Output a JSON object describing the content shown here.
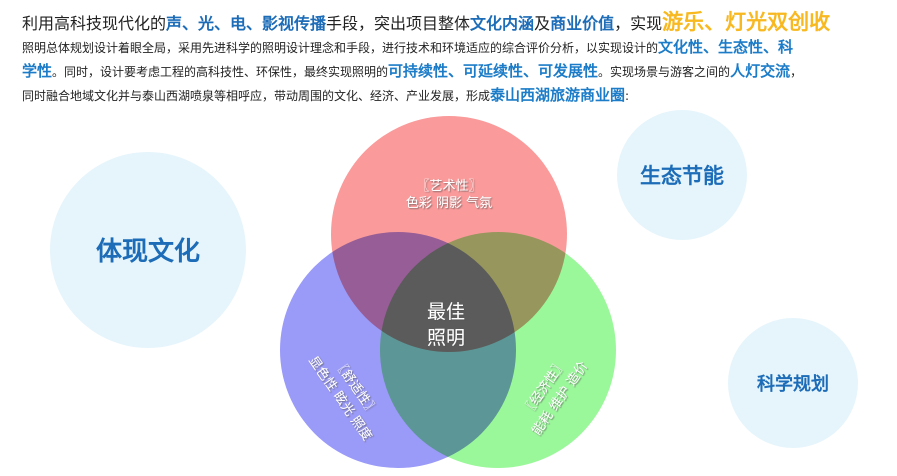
{
  "intro": {
    "line1": [
      "利用高科技现代化的",
      "声、光、电、影视传播",
      "手段，突出项目整体",
      "文化内涵",
      "及",
      "商业价值",
      "，实现",
      "游乐、灯光双创收"
    ],
    "line2": [
      "照明总体规划设计着眼全局，采用先进科学的照明设计理念和手段，进行技术和环境适应的综合评价分析，以实现设计的",
      "文化性、生态性、科"
    ],
    "line3": [
      "学性",
      "。同时，设计要考虑工程的高科技性、环保性，最终实现照明的",
      "可持续性、可延续性、可发展性",
      "。实现场景与游客之间的",
      "人灯交流",
      "，"
    ],
    "line4": [
      "同时融合地域文化并与泰山西湖喷泉等相呼应，带动周围的文化、经济、产业发展，形成",
      "泰山西湖旅游商业圈",
      ":"
    ]
  },
  "bubbles": {
    "left": "体现文化",
    "top_right": "生态节能",
    "bottom_right": "科学规划"
  },
  "venn": {
    "top": {
      "title": "〖艺术性〗",
      "items": "色彩 阴影 气氛"
    },
    "left": {
      "title": "〖舒适性〗",
      "items": "显色性 眩光 照度"
    },
    "right": {
      "title": "〖经济性〗",
      "items": "能耗 维护 造价"
    },
    "center": [
      "最佳",
      "照明"
    ]
  },
  "colors": {
    "red": "#fa9a9a",
    "blue": "#9a9af8",
    "green": "#9af89a",
    "bubble": "#e6f5fb",
    "accent": "#1c6cb8",
    "orange": "#f8b820"
  }
}
